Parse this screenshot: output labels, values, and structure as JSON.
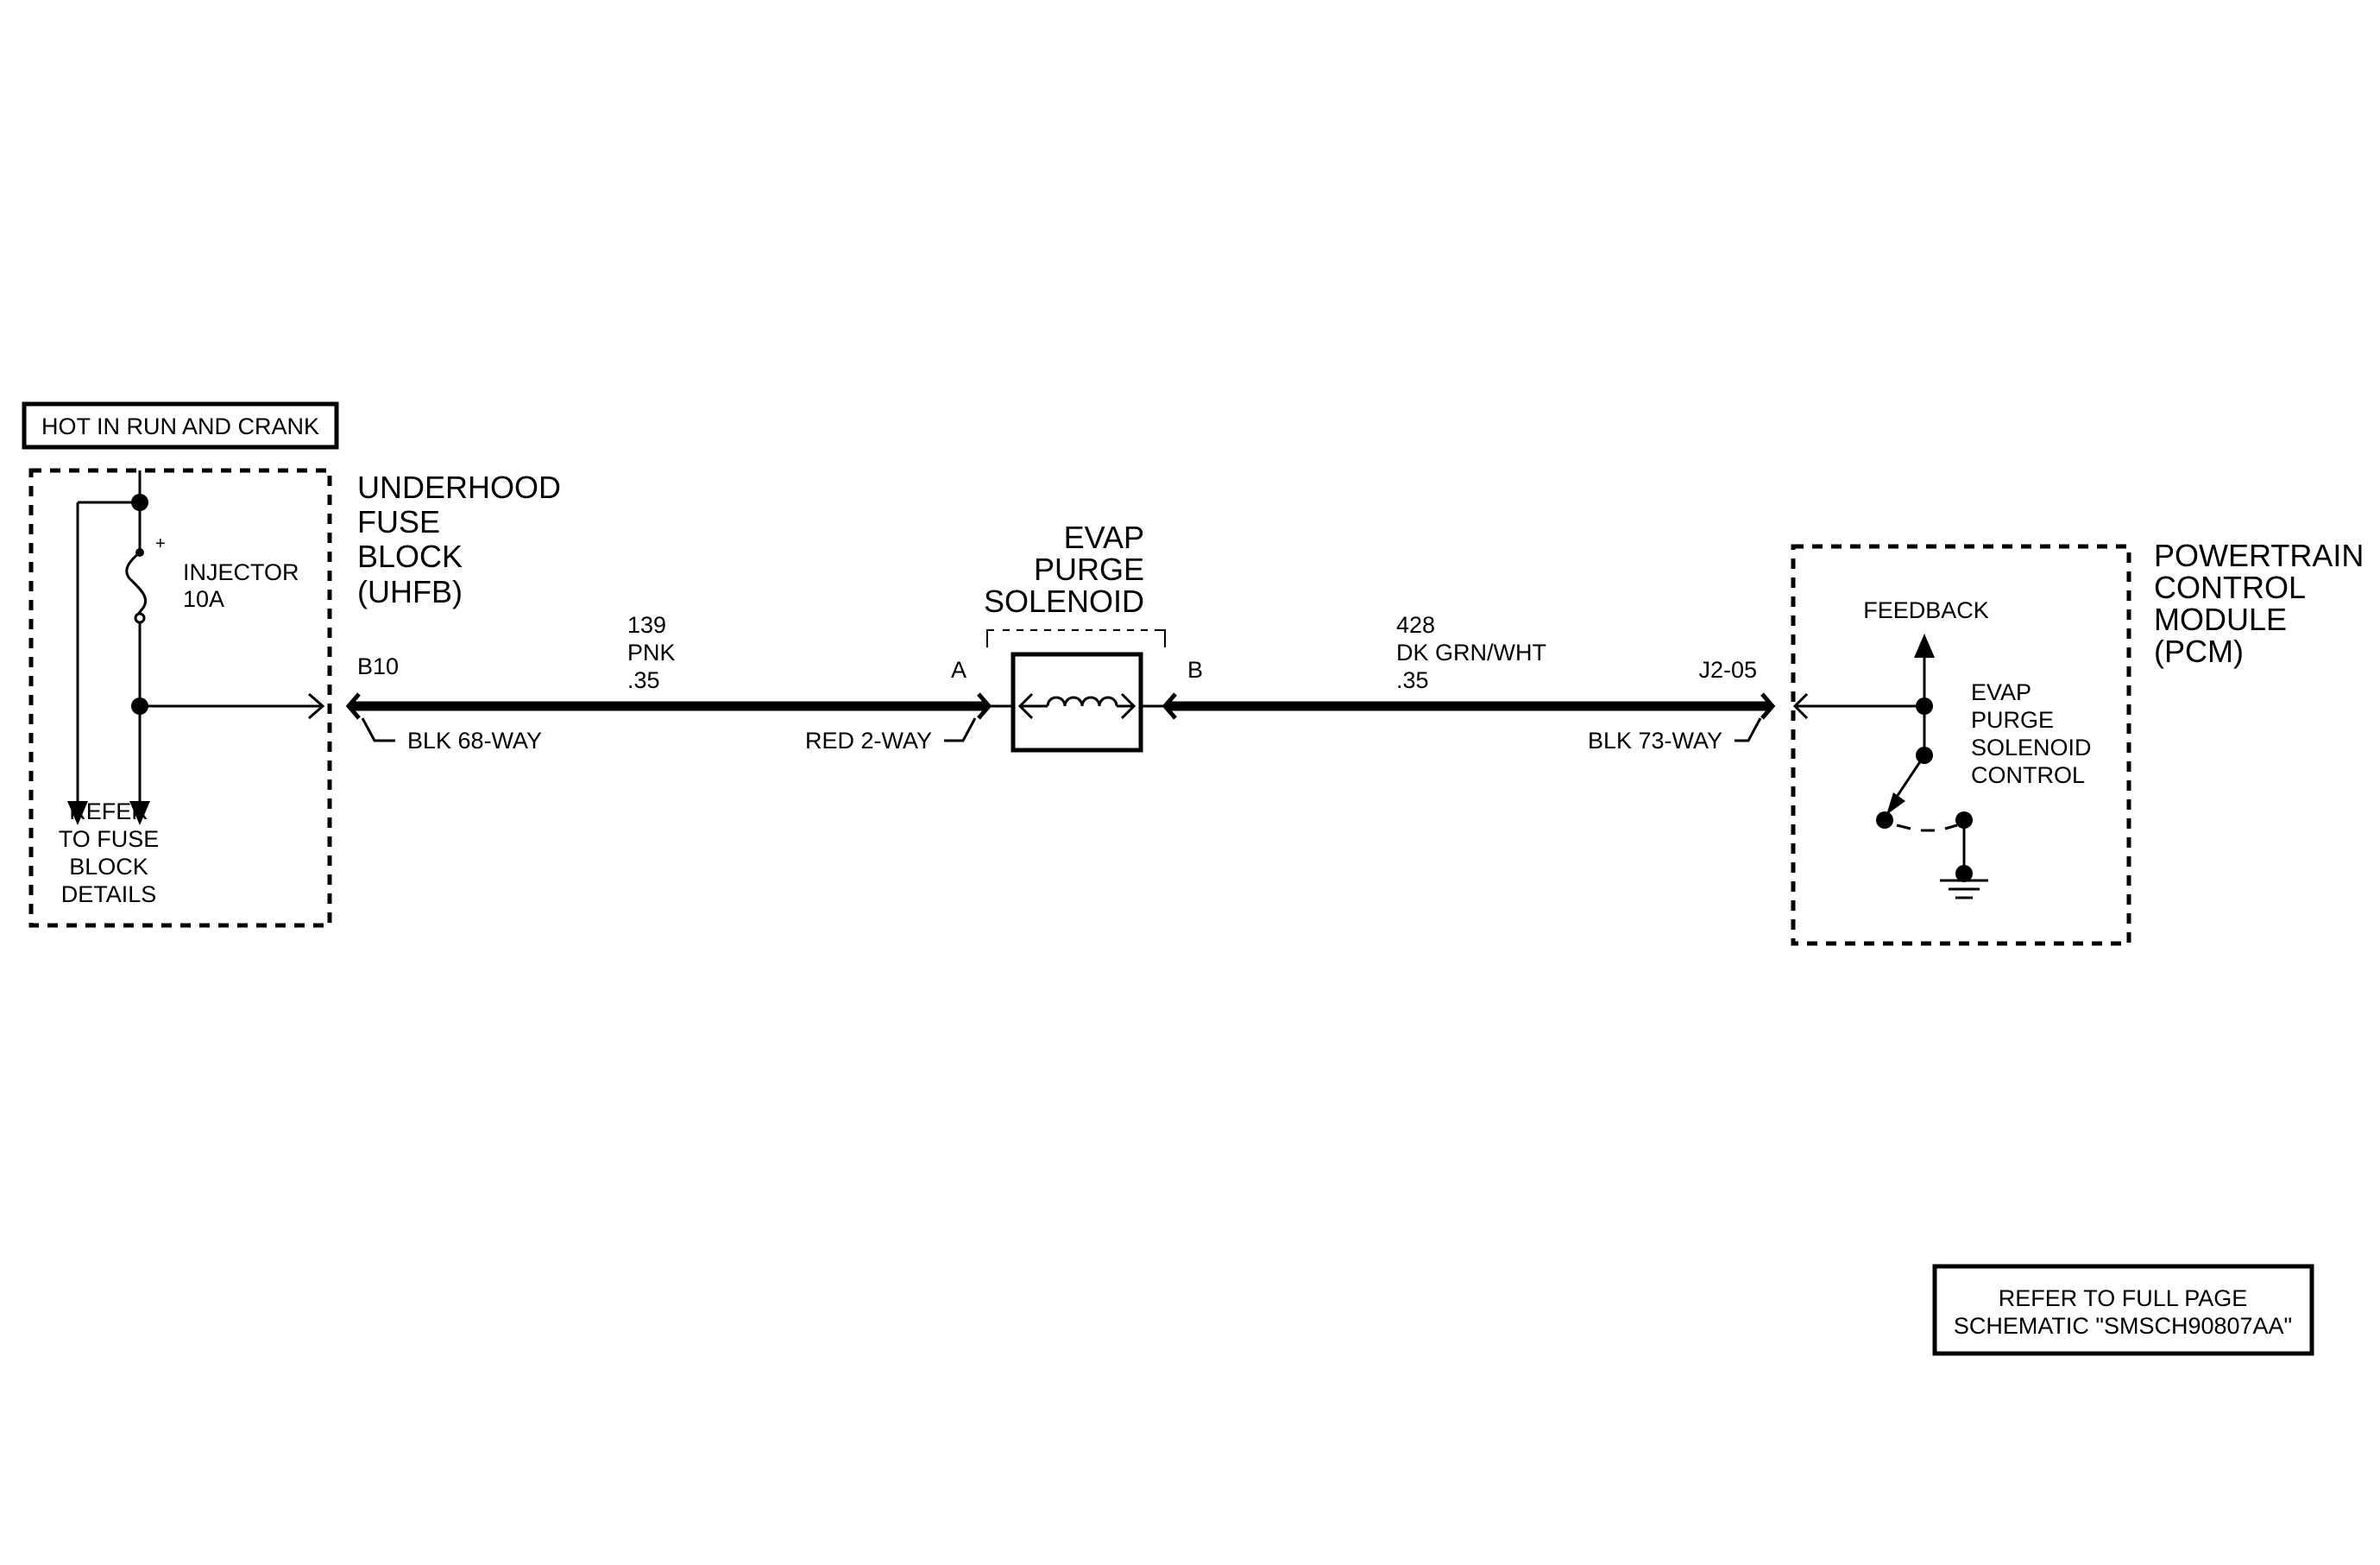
{
  "power_banner": "HOT IN RUN AND CRANK",
  "uhfb": {
    "title": [
      "UNDERHOOD",
      "FUSE",
      "BLOCK",
      "(UHFB)"
    ],
    "fuse_name": "INJECTOR",
    "fuse_rating": "10A",
    "fuse_polarity": "+",
    "refer_text": [
      "REFER",
      "TO FUSE",
      "BLOCK",
      "DETAILS"
    ],
    "pin": "B10",
    "connector": "BLK 68-WAY"
  },
  "wire_left": {
    "circuit": "139",
    "color": "PNK",
    "gauge": ".35"
  },
  "solenoid": {
    "title": [
      "EVAP",
      "PURGE",
      "SOLENOID"
    ],
    "pin_a": "A",
    "pin_b": "B",
    "connector": "RED 2-WAY"
  },
  "wire_right": {
    "circuit": "428",
    "color": "DK GRN/WHT",
    "gauge": ".35"
  },
  "pcm": {
    "title": [
      "POWERTRAIN",
      "CONTROL",
      "MODULE",
      "(PCM)"
    ],
    "pin": "J2-05",
    "connector": "BLK 73-WAY",
    "feedback_label": "FEEDBACK",
    "control_label": [
      "EVAP",
      "PURGE",
      "SOLENOID",
      "CONTROL"
    ]
  },
  "refer_note": [
    "REFER TO FULL PAGE",
    "SCHEMATIC \"SMSCH90807AA\""
  ]
}
